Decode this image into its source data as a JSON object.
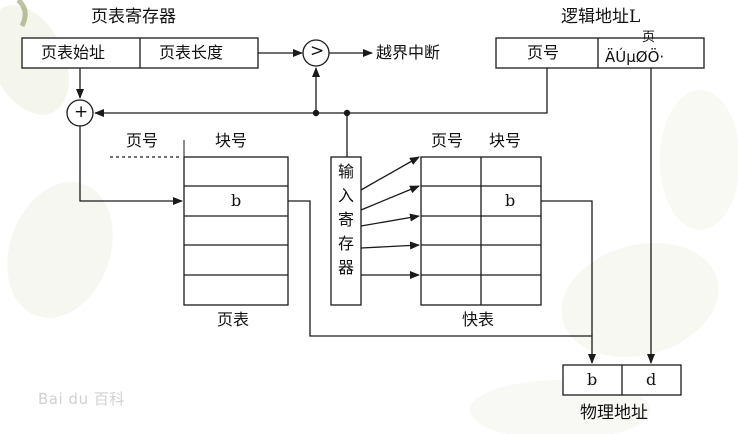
{
  "diagram": {
    "page_table_register": "页表寄存器",
    "page_table_start": "页表始址",
    "page_table_length": "页表长度",
    "compare_symbol": ">",
    "out_of_bounds": "越界中断",
    "logical_address": "逻辑地址L",
    "logical_page": "页号",
    "logical_offset_top": "页",
    "logical_offset_garbled": "ÄÚµØÖ·",
    "adder_symbol": "+",
    "pt_page_header": "页号",
    "pt_block_header": "块号",
    "pt_block_value": "b",
    "pt_caption": "页表",
    "input_register_chars": [
      "输",
      "入",
      "寄",
      "存",
      "器"
    ],
    "tlb_page_header": "页号",
    "tlb_block_header": "块号",
    "tlb_block_value": "b",
    "tlb_caption": "快表",
    "phys_block": "b",
    "phys_offset": "d",
    "physical_address": "物理地址"
  },
  "watermark": "Bai du 百科",
  "colors": {
    "line": "#1a1a1a",
    "leaf": "#e4e8d2",
    "leaf_dark": "#c9cfb0"
  }
}
